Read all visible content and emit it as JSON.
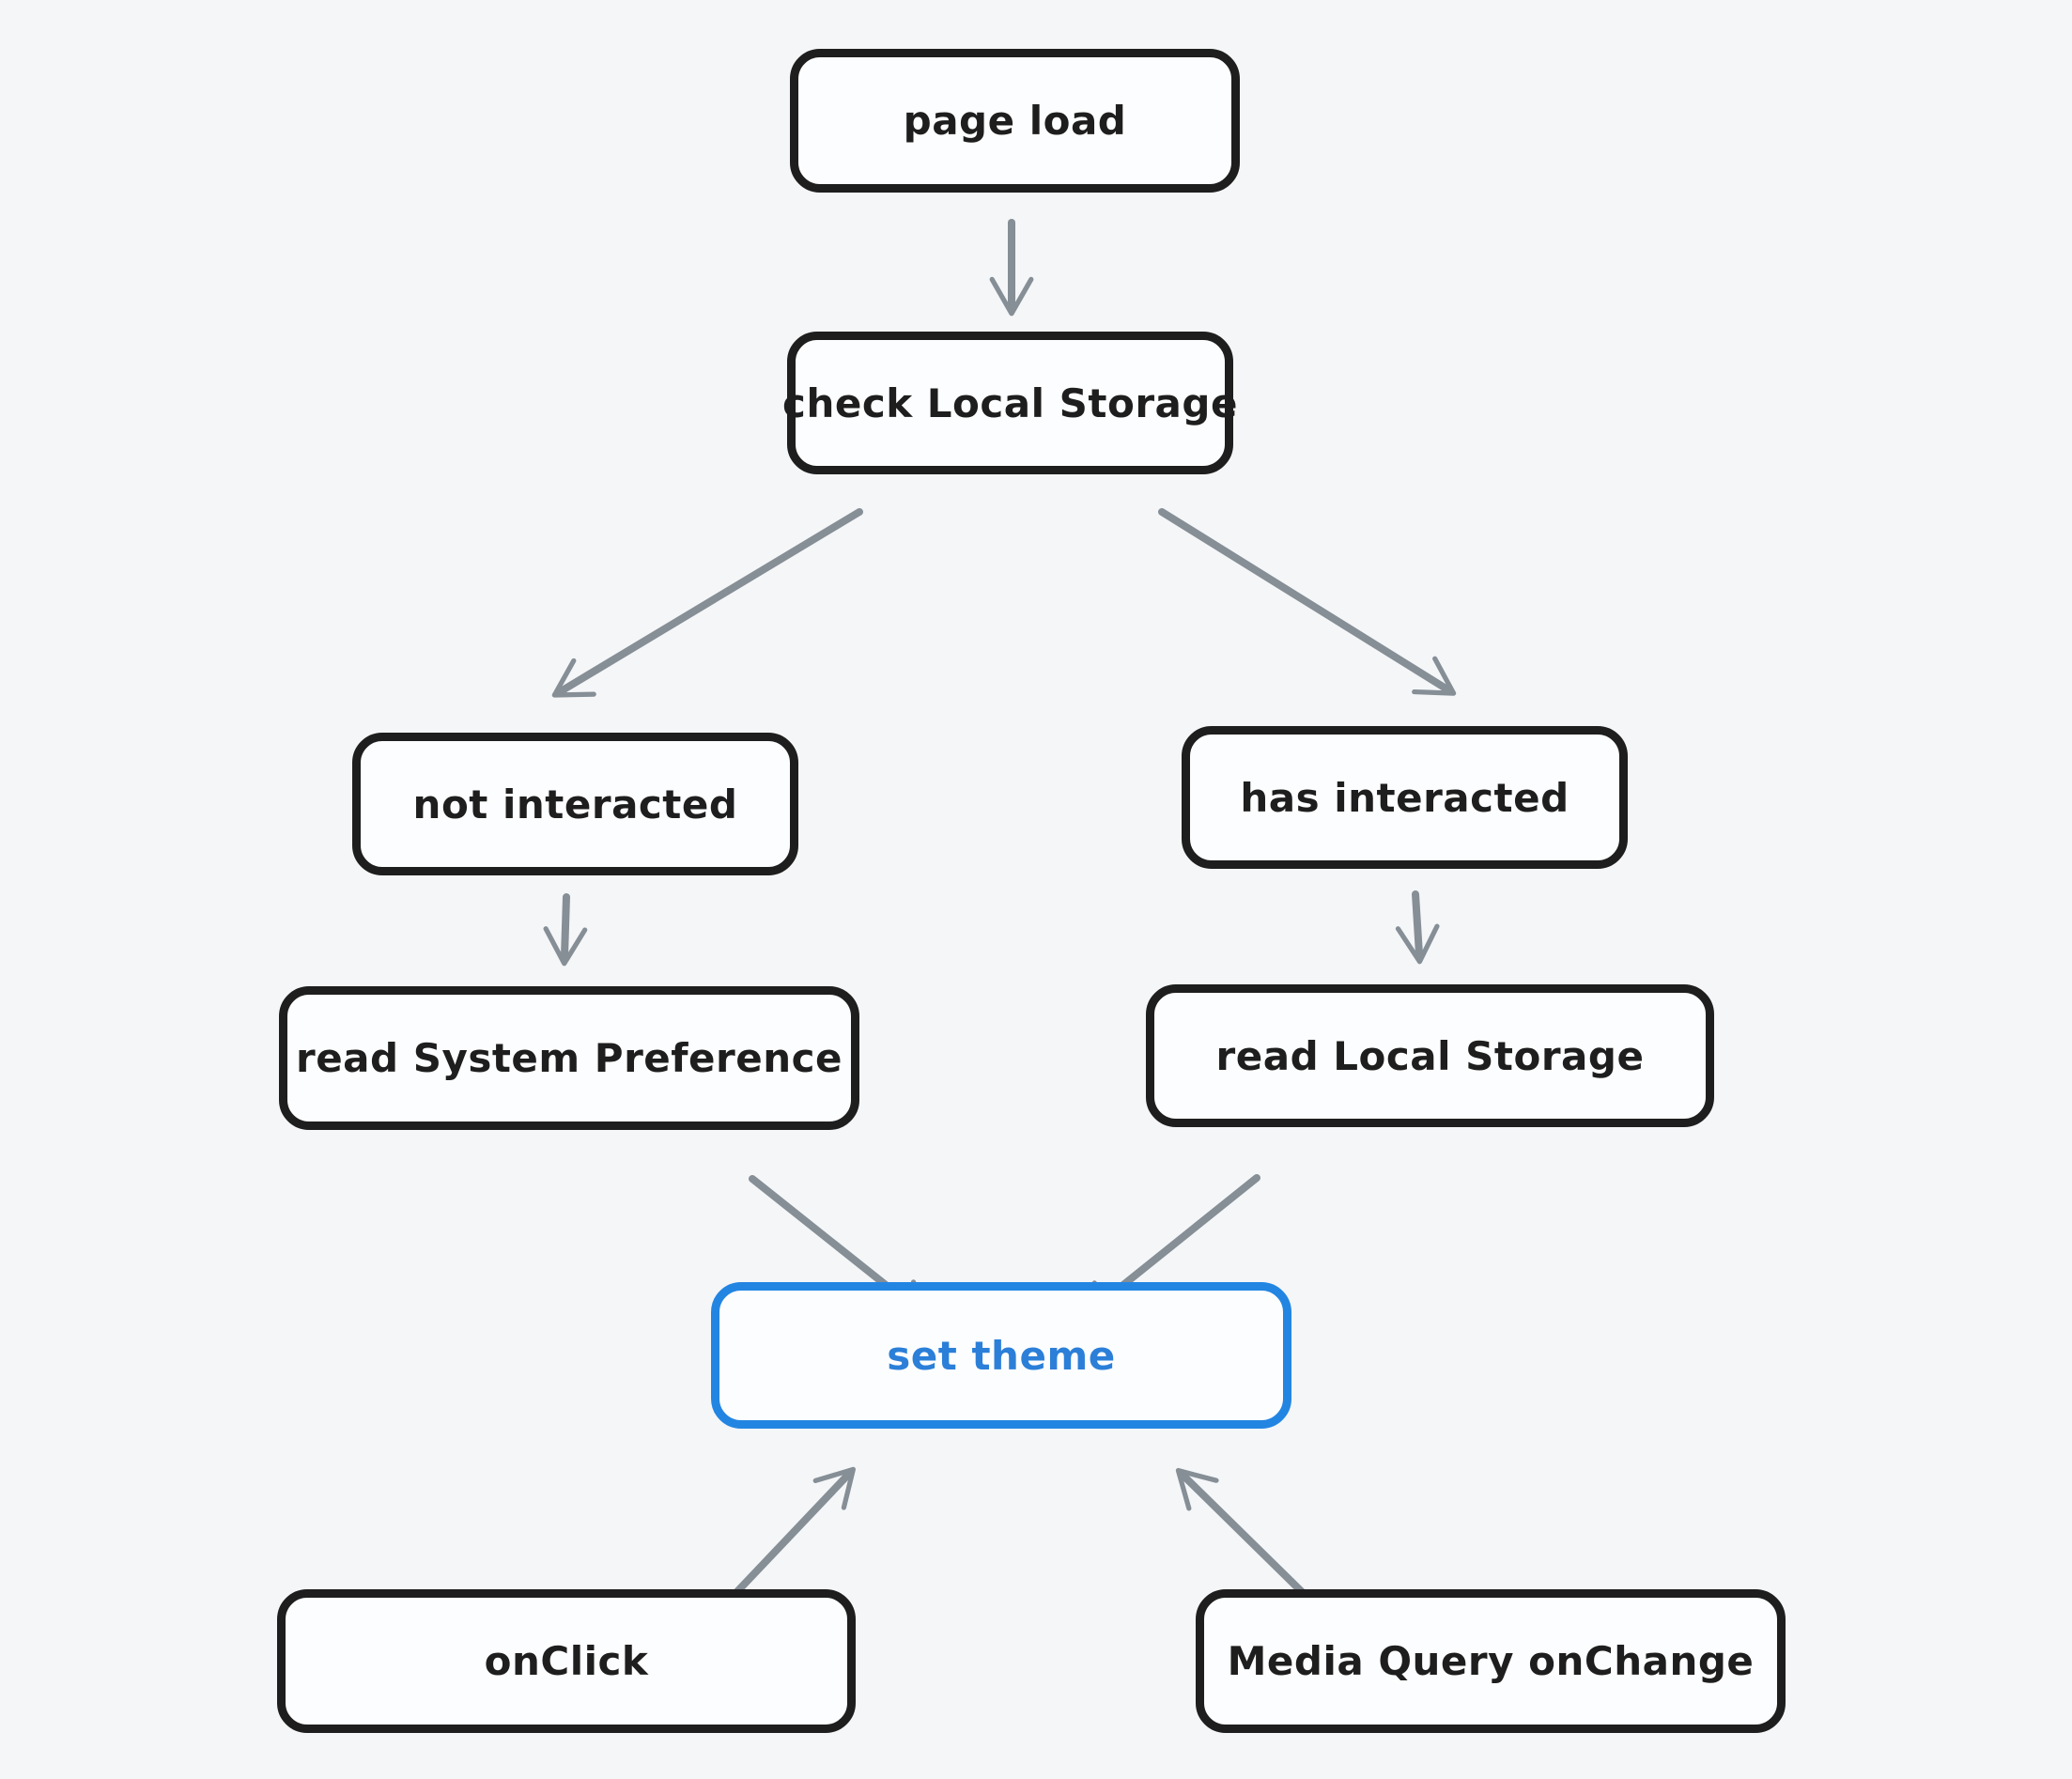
{
  "diagram": {
    "colors": {
      "background": "#f4f6f8",
      "node_stroke": "#1e1e1e",
      "node_fill": "#fcfdfe",
      "arrow": "#868e96",
      "accent_blue": "#2385e2"
    },
    "nodes": [
      {
        "id": "page-load",
        "label": "page load"
      },
      {
        "id": "check-local-storage",
        "label": "check Local Storage"
      },
      {
        "id": "not-interacted",
        "label": "not interacted"
      },
      {
        "id": "has-interacted",
        "label": "has interacted"
      },
      {
        "id": "read-system-preference",
        "label": "read System Preference"
      },
      {
        "id": "read-local-storage",
        "label": "read Local Storage"
      },
      {
        "id": "set-theme",
        "label": "set theme",
        "accent": "blue"
      },
      {
        "id": "onclick",
        "label": "onClick"
      },
      {
        "id": "media-query-onchange",
        "label": "Media Query onChange"
      }
    ],
    "edges": [
      {
        "from": "page-load",
        "to": "check-local-storage"
      },
      {
        "from": "check-local-storage",
        "to": "not-interacted"
      },
      {
        "from": "check-local-storage",
        "to": "has-interacted"
      },
      {
        "from": "not-interacted",
        "to": "read-system-preference"
      },
      {
        "from": "has-interacted",
        "to": "read-local-storage"
      },
      {
        "from": "read-system-preference",
        "to": "set-theme"
      },
      {
        "from": "read-local-storage",
        "to": "set-theme"
      },
      {
        "from": "onclick",
        "to": "set-theme"
      },
      {
        "from": "media-query-onchange",
        "to": "set-theme"
      }
    ]
  }
}
